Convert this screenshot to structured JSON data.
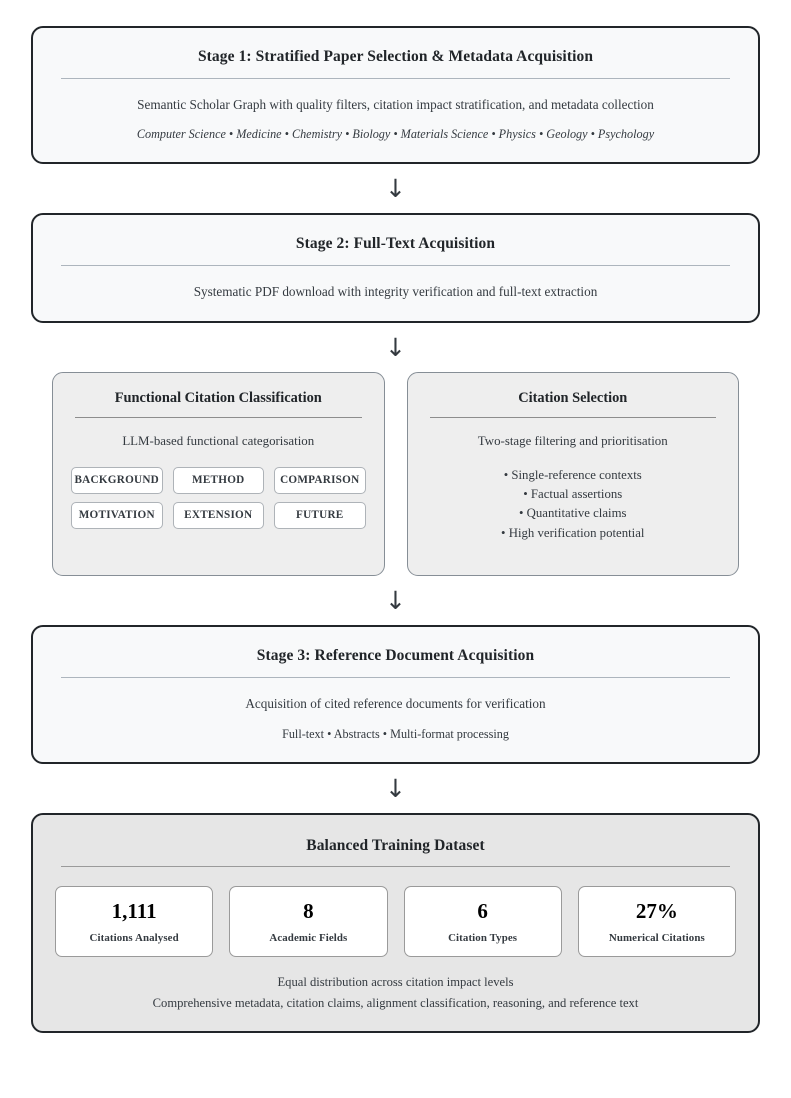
{
  "arrow_glyph": "↓",
  "stage1": {
    "title": "Stage 1: Stratified Paper Selection & Metadata Acquisition",
    "description": "Semantic Scholar Graph with quality filters, citation impact stratification, and metadata collection",
    "fields": "Computer Science • Medicine • Chemistry • Biology • Materials Science • Physics • Geology • Psychology"
  },
  "stage2": {
    "title": "Stage 2: Full-Text Acquisition",
    "description": "Systematic PDF download with integrity verification and full-text extraction"
  },
  "classification": {
    "title": "Functional Citation Classification",
    "description": "LLM-based functional categorisation",
    "tags": [
      "BACKGROUND",
      "METHOD",
      "COMPARISON",
      "MOTIVATION",
      "EXTENSION",
      "FUTURE"
    ]
  },
  "selection": {
    "title": "Citation Selection",
    "description": "Two-stage filtering and prioritisation",
    "bullets": [
      "• Single-reference contexts",
      "• Factual assertions",
      "• Quantitative claims",
      "• High verification potential"
    ]
  },
  "stage3": {
    "title": "Stage 3: Reference Document Acquisition",
    "description": "Acquisition of cited reference documents for verification",
    "formats": "Full-text • Abstracts • Multi-format processing"
  },
  "final": {
    "title": "Balanced Training Dataset",
    "metrics": [
      {
        "value": "1,111",
        "label": "Citations Analysed"
      },
      {
        "value": "8",
        "label": "Academic Fields"
      },
      {
        "value": "6",
        "label": "Citation Types"
      },
      {
        "value": "27%",
        "label": "Numerical Citations"
      }
    ],
    "note1": "Equal distribution across citation impact levels",
    "note2": "Comprehensive metadata, citation claims, alignment classification, reasoning, and reference text"
  },
  "colors": {
    "stage_bg": "#f8f9fa",
    "stage_border": "#212529",
    "subpanel_bg": "#eeeeee",
    "subpanel_border": "#868e96",
    "final_bg": "#e6e6e6",
    "card_bg": "#ffffff",
    "text": "#343a40"
  }
}
